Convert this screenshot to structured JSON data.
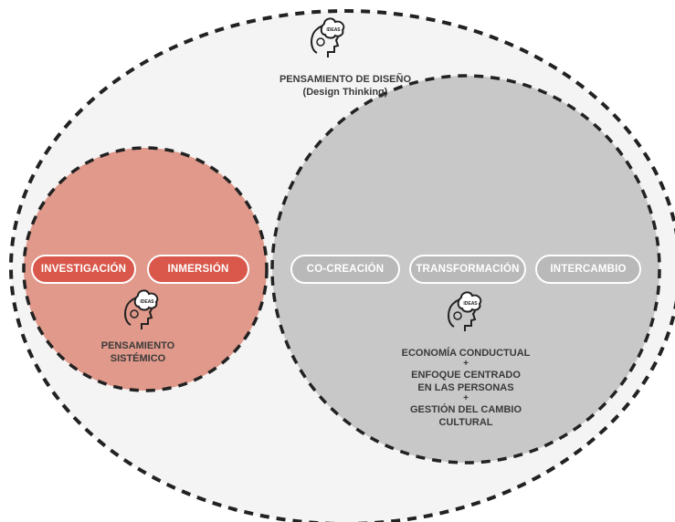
{
  "colors": {
    "outer_fill": "#f4f4f4",
    "outer_stroke": "#222222",
    "left_circle_fill": "#e0998a",
    "right_circle_fill": "#c8c8c8",
    "pill_left_fill": "#d9584b",
    "pill_right_fill": "#b9b9b9",
    "pill_stroke": "#ffffff",
    "text": "#3a3a3a"
  },
  "outer": {
    "title": "PENSAMIENTO DE DISEÑO",
    "subtitle": "(Design Thinking)",
    "icon": "head-gears-icon"
  },
  "left_circle": {
    "pills": [
      "INVESTIGACIÓN",
      "INMERSIÓN"
    ],
    "label_line1": "PENSAMIENTO",
    "label_line2": "SISTÉMICO",
    "icon": "head-gears-icon"
  },
  "right_circle": {
    "pills": [
      "CO-CREACIÓN",
      "TRANSFORMACIÓN",
      "INTERCAMBIO"
    ],
    "lines": [
      "ECONOMÍA CONDUCTUAL",
      "+",
      "ENFOQUE CENTRADO",
      "EN LAS PERSONAS",
      "+",
      "GESTIÓN DEL CAMBIO",
      "CULTURAL"
    ],
    "icon": "head-gears-icon"
  }
}
